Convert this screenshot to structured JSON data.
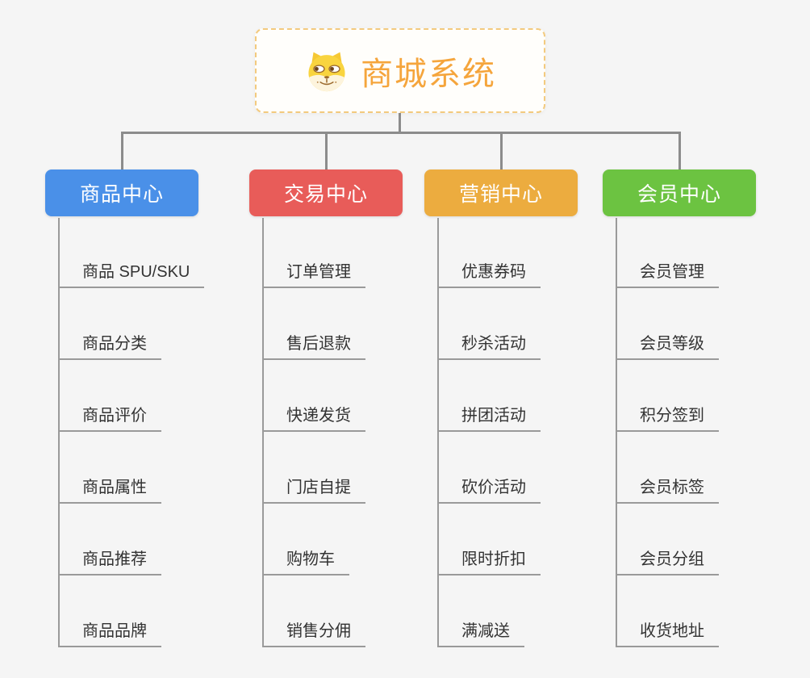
{
  "page": {
    "background": "#f5f5f5",
    "connector_color": "#8c8c8c",
    "item_line_color": "#9a9a9a",
    "item_text_color": "#333333"
  },
  "root": {
    "title": "商城系统",
    "title_color": "#f5a53c",
    "border_color": "#f3ca7e",
    "icon": "dog-face-icon"
  },
  "branches": [
    {
      "label": "商品中心",
      "color": "#4a90e8",
      "items": [
        "商品 SPU/SKU",
        "商品分类",
        "商品评价",
        "商品属性",
        "商品推荐",
        "商品品牌"
      ]
    },
    {
      "label": "交易中心",
      "color": "#e85c59",
      "items": [
        "订单管理",
        "售后退款",
        "快递发货",
        "门店自提",
        "购物车",
        "销售分佣"
      ]
    },
    {
      "label": "营销中心",
      "color": "#ecac3f",
      "items": [
        "优惠券码",
        "秒杀活动",
        "拼团活动",
        "砍价活动",
        "限时折扣",
        "满减送"
      ]
    },
    {
      "label": "会员中心",
      "color": "#6cc341",
      "items": [
        "会员管理",
        "会员等级",
        "积分签到",
        "会员标签",
        "会员分组",
        "收货地址"
      ]
    }
  ]
}
